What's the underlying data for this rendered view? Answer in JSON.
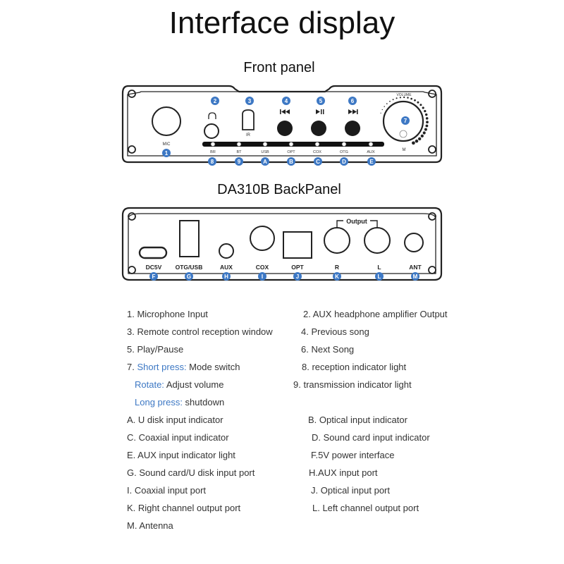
{
  "title": "Interface display",
  "front_panel": {
    "title": "Front panel",
    "mic_label": "MIC",
    "ir_label": "IR",
    "volume_label": "VOLUME",
    "knob_label": "M",
    "callouts": [
      "1",
      "2",
      "3",
      "4",
      "5",
      "6",
      "7",
      "8",
      "9",
      "A",
      "B",
      "C",
      "D",
      "E"
    ],
    "indicators": [
      "BR",
      "BT",
      "USB",
      "OPT",
      "COX",
      "OTG",
      "AUX"
    ]
  },
  "back_panel": {
    "title": "DA310B BackPanel",
    "output_label": "Output",
    "ports": [
      "DC5V",
      "OTG/USB",
      "AUX",
      "COX",
      "OPT",
      "R",
      "L",
      "ANT"
    ],
    "callouts": [
      "F",
      "G",
      "H",
      "I",
      "J",
      "K",
      "L",
      "M"
    ]
  },
  "legend": {
    "l1": "1. Microphone Input",
    "l2": "2. AUX headphone amplifier Output",
    "l3": "3. Remote control reception window",
    "l4": "4. Previous song",
    "l5": "5. Play/Pause",
    "l6": "6. Next Song",
    "l7_prefix": "7. ",
    "l7_key": "Short press:",
    "l7_text": " Mode switch",
    "l8": "8. reception indicator light",
    "l7b_key": "Rotate:",
    "l7b_text": " Adjust volume",
    "l9": "9. transmission indicator light",
    "l7c_key": "Long press:",
    "l7c_text": " shutdown",
    "lA": "A. U disk input indicator",
    "lB": "B. Optical input indicator",
    "lC": "C. Coaxial input indicator",
    "lD": "D. Sound card input indicator",
    "lE": "E. AUX input indicator light",
    "lF": "F.5V power interface",
    "lG": "G. Sound card/U disk input port",
    "lH": "H.AUX input port",
    "lI": "I. Coaxial input port",
    "lJ": "J. Optical input port",
    "lK": "K. Right channel output port",
    "lL": "L. Left channel output port",
    "lM": "M. Antenna"
  }
}
